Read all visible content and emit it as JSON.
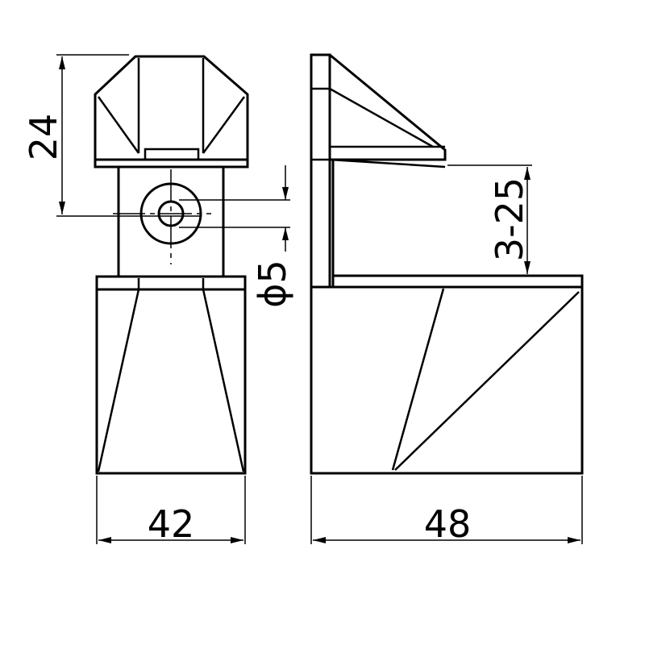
{
  "dimensions": {
    "height_clamp": "24",
    "hole_diameter": "ϕ5",
    "clamp_range": "3-25",
    "width_front": "42",
    "depth_side": "48"
  }
}
